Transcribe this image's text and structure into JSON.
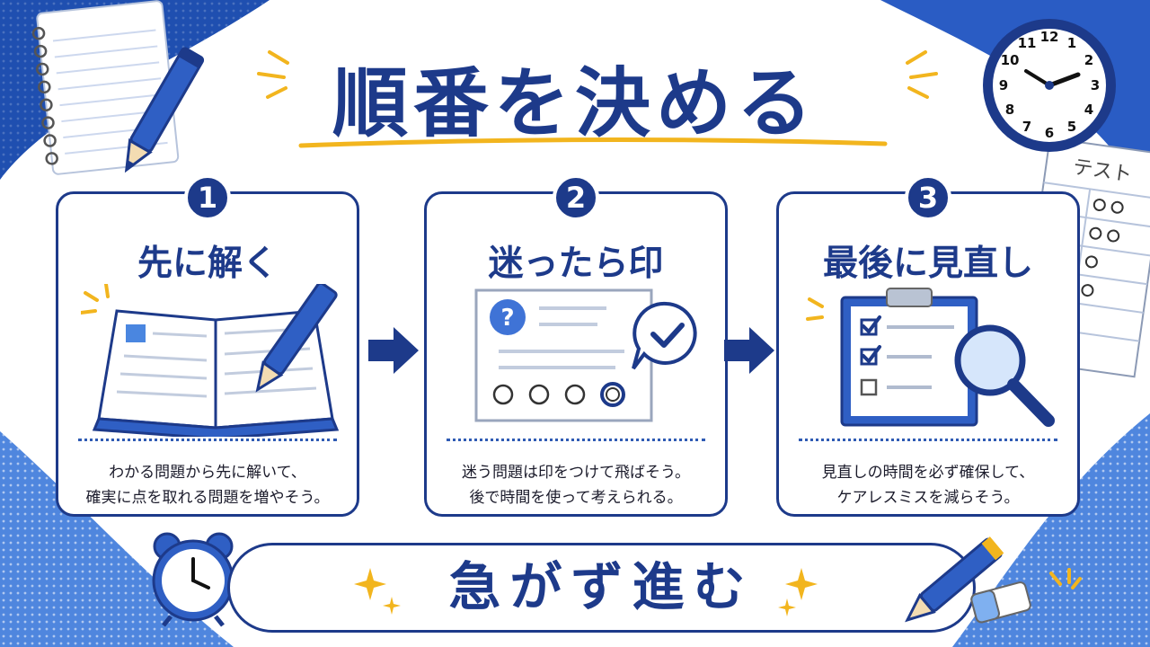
{
  "title": "順番を決める",
  "steps": [
    {
      "number": "1",
      "heading": "先に解く",
      "desc_line1": "わかる問題から先に解いて、",
      "desc_line2": "確実に点を取れる問題を増やそう。"
    },
    {
      "number": "2",
      "heading": "迷ったら印",
      "desc_line1": "迷う問題は印をつけて飛ばそう。",
      "desc_line2": "後で時間を使って考えられる。"
    },
    {
      "number": "3",
      "heading": "最後に見直し",
      "desc_line1": "見直しの時間を必ず確保して、",
      "desc_line2": "ケアレスミスを減らそう。"
    }
  ],
  "bottom_banner": "急がず進む",
  "decor": {
    "test_sheet_label": "テスト",
    "clock_numbers": [
      "12",
      "1",
      "2",
      "3",
      "4",
      "5",
      "6",
      "7",
      "8",
      "9",
      "10",
      "11"
    ],
    "icons": [
      "notebook-icon",
      "pencil-icon",
      "clock-icon",
      "test-sheet-icon",
      "open-book-icon",
      "question-sheet-icon",
      "checkmark-bubble-icon",
      "clipboard-icon",
      "magnifier-icon",
      "arrow-right-icon",
      "alarm-clock-icon",
      "eraser-icon",
      "sparkle-icon"
    ]
  },
  "colors": {
    "primary": "#1d3a8a",
    "accent": "#f2b51e",
    "light_blue": "#d6e6fb",
    "mid_blue": "#3f73d6"
  }
}
